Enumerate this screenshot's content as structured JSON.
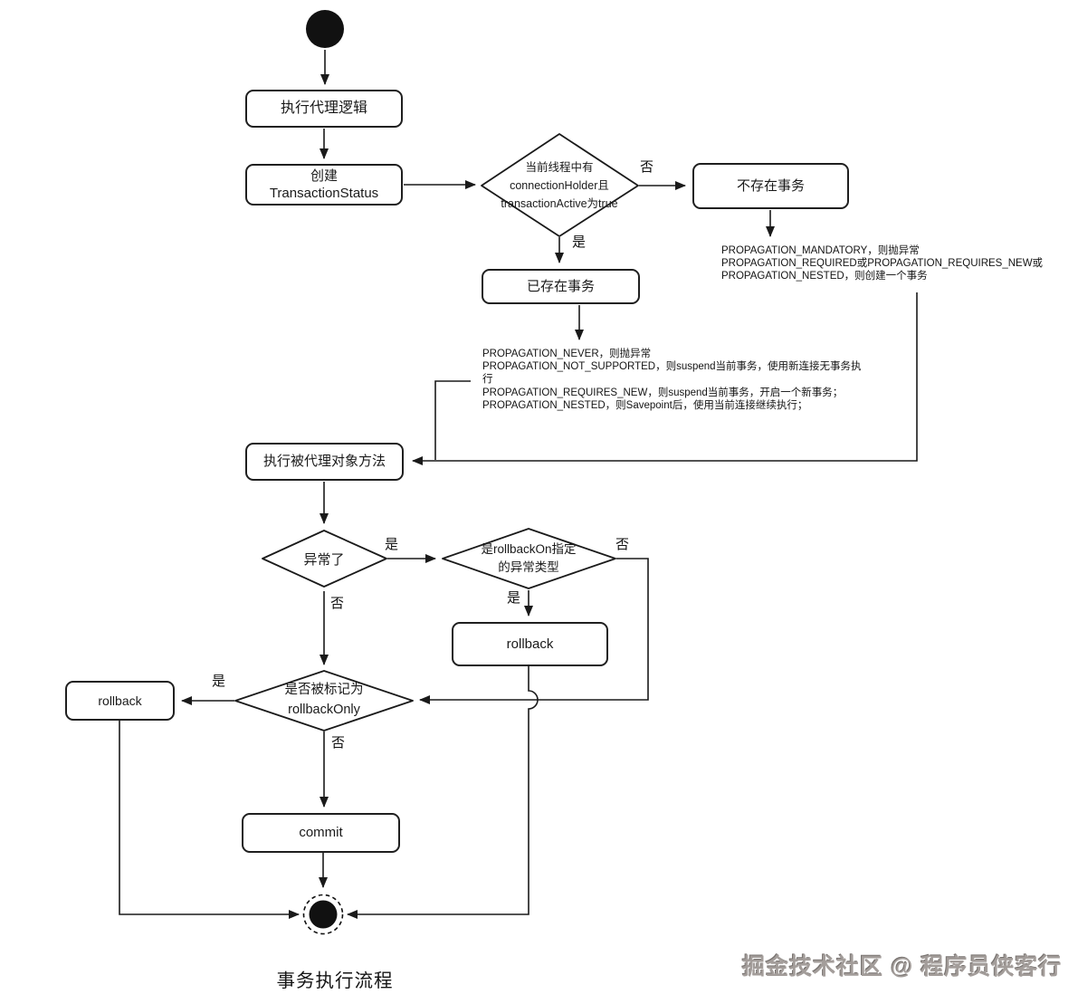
{
  "diagram": {
    "title": "事务执行流程",
    "watermark": "掘金技术社区 @ 程序员侠客行",
    "nodes": {
      "proxy_logic": "执行代理逻辑",
      "create_status": "创建\nTransactionStatus",
      "conn_check": "当前线程中有\nconnectionHolder且\ntransactionActive为true",
      "no_tx": "不存在事务",
      "existing_tx": "已存在事务",
      "invoke_target": "执行被代理对象方法",
      "exception_check": "异常了",
      "rollback_on_check": "是rollbackOn指定\n的异常类型",
      "rollback_a": "rollback",
      "rollback_only_check": "是否被标记为\nrollbackOnly",
      "rollback_b": "rollback",
      "commit": "commit"
    },
    "labels": {
      "no_conn": "否",
      "yes_conn": "是",
      "yes_exception": "是",
      "no_rollback_on": "否",
      "yes_rollback_on": "是",
      "no_exception": "否",
      "yes_rollback_only": "是",
      "no_rollback_only": "否"
    },
    "notes": {
      "no_tx_note": "PROPAGATION_MANDATORY，则抛异常\nPROPAGATION_REQUIRED或PROPAGATION_REQUIRES_NEW或\nPROPAGATION_NESTED，则创建一个事务",
      "existing_tx_note": "PROPAGATION_NEVER，则抛异常\nPROPAGATION_NOT_SUPPORTED，则suspend当前事务，使用新连接无事务执\n行\nPROPAGATION_REQUIRES_NEW，则suspend当前事务，开启一个新事务；\nPROPAGATION_NESTED，则Savepoint后，使用当前连接继续执行；"
    },
    "colors": {
      "line": "#1a1a1a",
      "background": "#ffffff",
      "watermark_gray": "#a39d9a"
    }
  }
}
